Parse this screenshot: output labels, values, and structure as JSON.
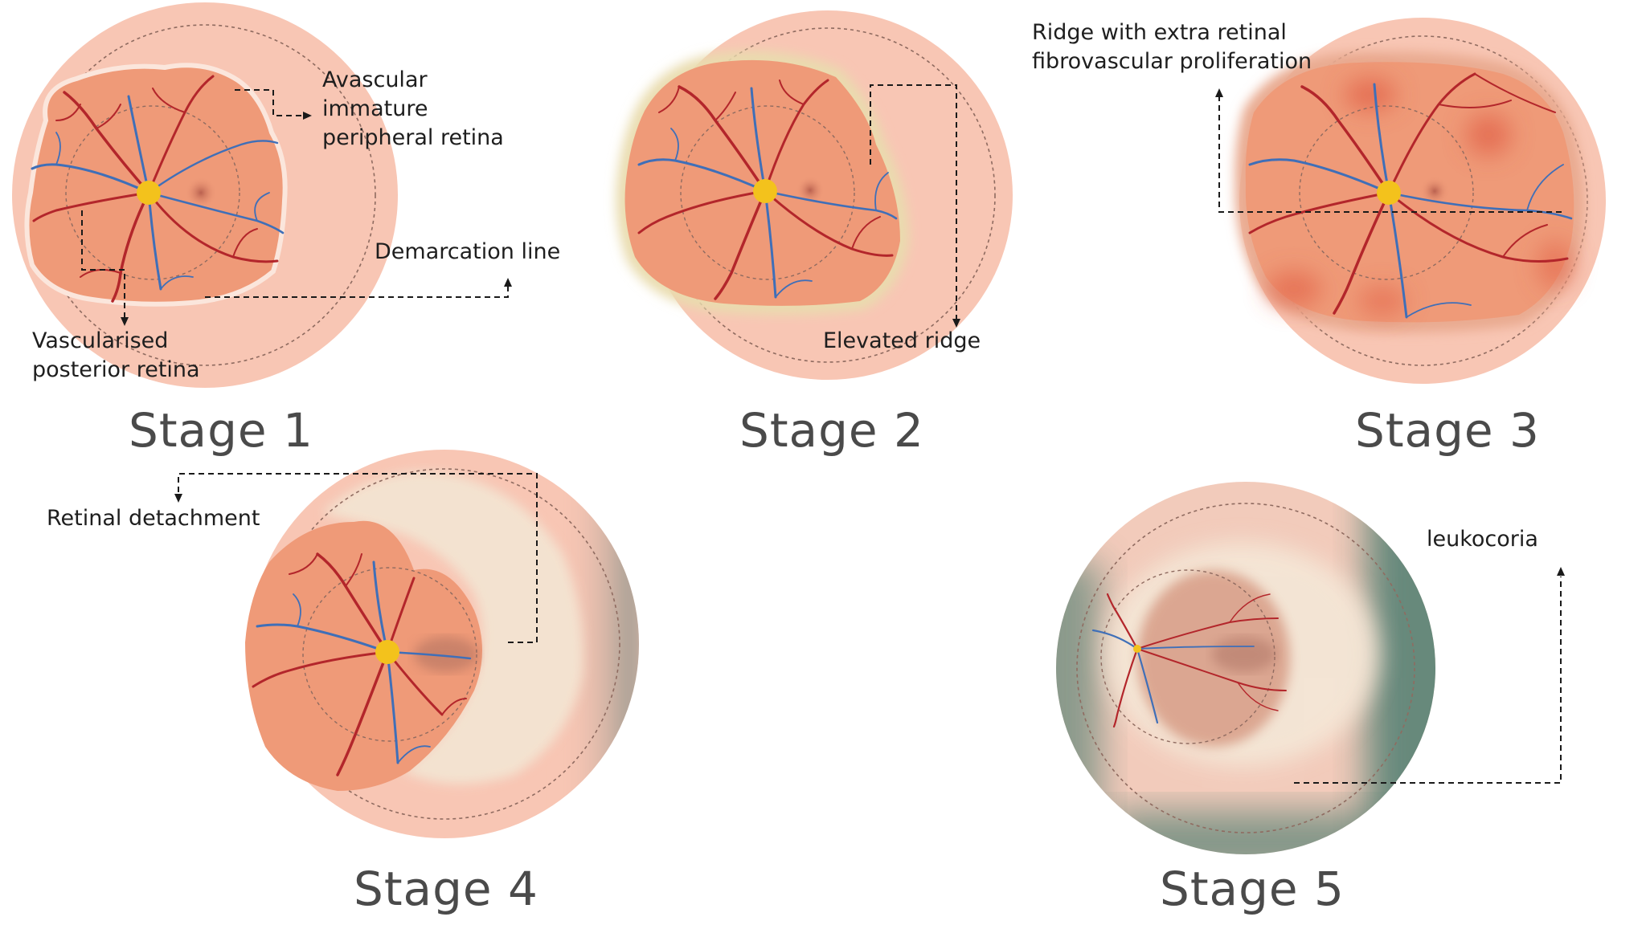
{
  "colors": {
    "background": "#ffffff",
    "outer_disc": "#f8c6b4",
    "vascular_retina": "#ef9a78",
    "artery": "#b3262b",
    "vein": "#3f6fb8",
    "optic_disc": "#f3c21c",
    "ridge": "#f1e3bd",
    "detachment": "#f3e4d2",
    "leukocoria_shade": "#5f8578",
    "annotation_text": "#1e1e1e",
    "stage_title_text": "#4a4a4a"
  },
  "stages": [
    {
      "title": "Stage 1",
      "labels": {
        "avascular": [
          "Avascular",
          "immature",
          "peripheral retina"
        ],
        "demarcation": "Demarcation line",
        "vascularised": [
          "Vascularised",
          "posterior retina"
        ]
      }
    },
    {
      "title": "Stage 2",
      "labels": {
        "ridge": "Elevated ridge"
      }
    },
    {
      "title": "Stage 3",
      "labels": {
        "proliferation": [
          "Ridge with extra retinal",
          "fibrovascular proliferation"
        ]
      }
    },
    {
      "title": "Stage 4",
      "labels": {
        "detachment": "Retinal detachment"
      }
    },
    {
      "title": "Stage 5",
      "labels": {
        "leukocoria": "leukocoria"
      }
    }
  ]
}
